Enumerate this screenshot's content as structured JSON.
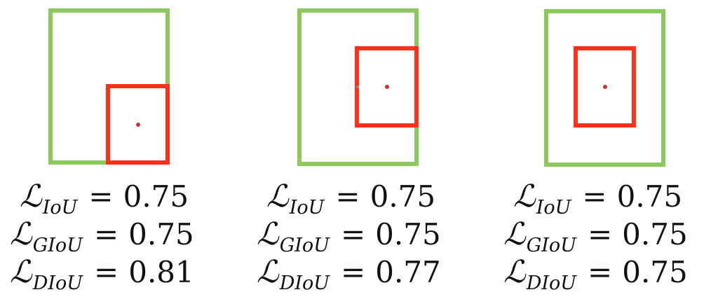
{
  "colors": {
    "ground_truth_box": "#8dc85a",
    "predicted_box": "#ff3119",
    "center_dot": "#c9333a",
    "text": "#111111"
  },
  "panels": [
    {
      "losses": [
        {
          "symbol": "ℒ",
          "subscript": "IoU",
          "equals": "=",
          "value": "0.75"
        },
        {
          "symbol": "ℒ",
          "subscript": "GIoU",
          "equals": "=",
          "value": "0.75"
        },
        {
          "symbol": "ℒ",
          "subscript": "DIoU",
          "equals": "=",
          "value": "0.81"
        }
      ]
    },
    {
      "losses": [
        {
          "symbol": "ℒ",
          "subscript": "IoU",
          "equals": "=",
          "value": "0.75"
        },
        {
          "symbol": "ℒ",
          "subscript": "GIoU",
          "equals": "=",
          "value": "0.75"
        },
        {
          "symbol": "ℒ",
          "subscript": "DIoU",
          "equals": "=",
          "value": "0.77"
        }
      ]
    },
    {
      "losses": [
        {
          "symbol": "ℒ",
          "subscript": "IoU",
          "equals": "=",
          "value": "0.75"
        },
        {
          "symbol": "ℒ",
          "subscript": "GIoU",
          "equals": "=",
          "value": "0.75"
        },
        {
          "symbol": "ℒ",
          "subscript": "DIoU",
          "equals": "=",
          "value": "0.75"
        }
      ]
    }
  ]
}
